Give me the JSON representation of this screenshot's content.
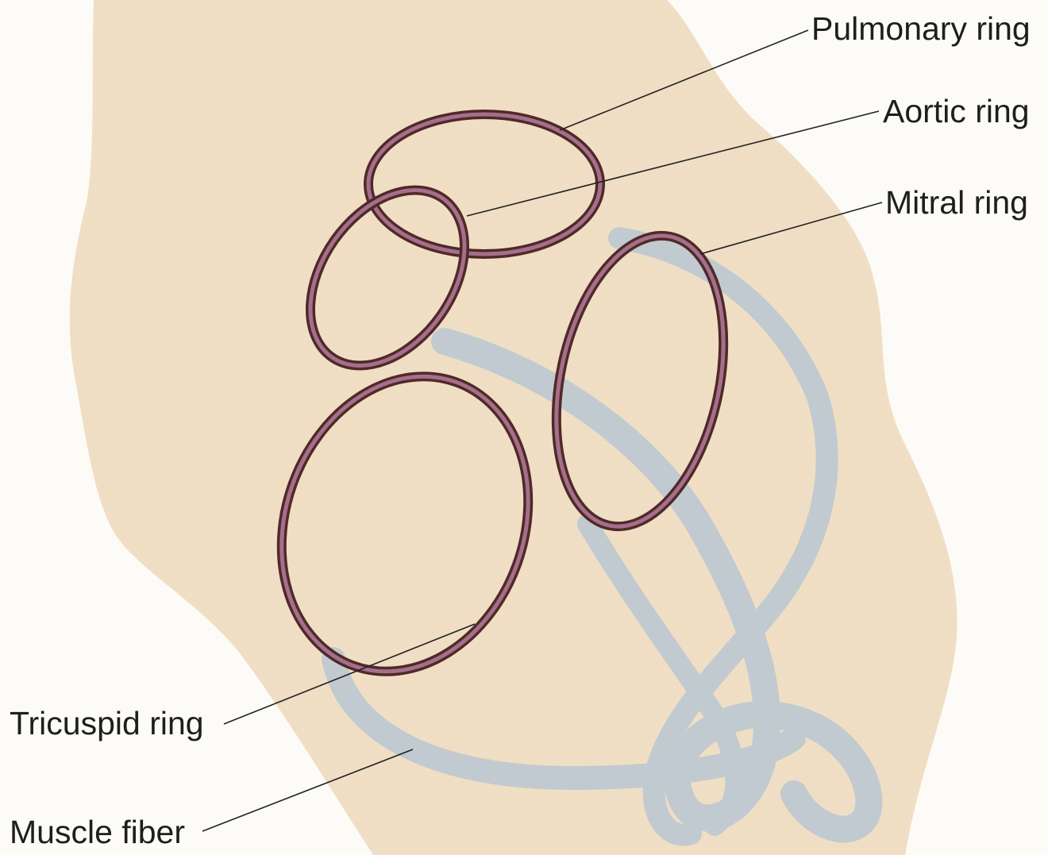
{
  "labels": {
    "pulmonary": "Pulmonary ring",
    "aortic": "Aortic ring",
    "mitral": "Mitral ring",
    "tricuspid": "Tricuspid ring",
    "muscle": "Muscle fiber"
  },
  "colors": {
    "heart_background": "#f2e0c6",
    "ring_outer": "#4f2a28",
    "ring_inner": "#a56f8c",
    "muscle_fiber": "#b9c7d2"
  }
}
